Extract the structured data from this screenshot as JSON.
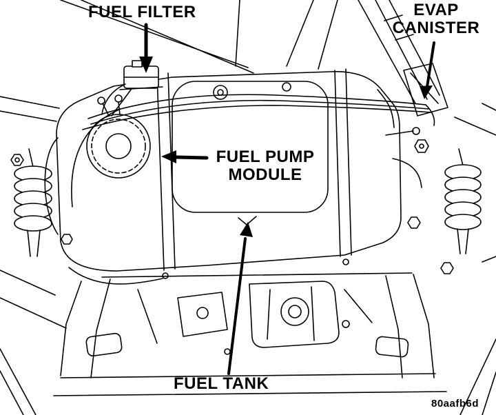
{
  "diagram": {
    "background": "#ffffff",
    "line_color": "#000000",
    "callouts": {
      "fuel_filter": {
        "label": "FUEL FILTER"
      },
      "evap_canister": {
        "line1": "EVAP",
        "line2": "CANISTER"
      },
      "fuel_pump_module": {
        "line1": "FUEL PUMP",
        "line2": "MODULE"
      },
      "fuel_tank": {
        "label": "FUEL TANK"
      }
    },
    "figure_code": "80aafb6d"
  }
}
